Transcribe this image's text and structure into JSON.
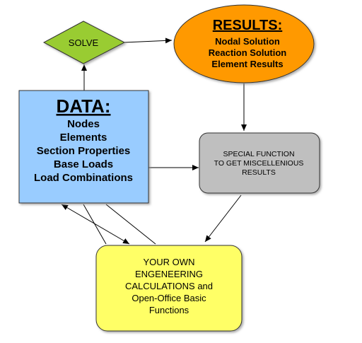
{
  "solve": {
    "label": "SOLVE",
    "fill": "#99cc33"
  },
  "results": {
    "title": "RESULTS:",
    "items": [
      "Nodal Solution",
      "Reaction Solution",
      "Element Results"
    ],
    "fill": "#ff9900"
  },
  "data_box": {
    "title": "DATA:",
    "items": [
      "Nodes",
      "Elements",
      "Section Properties",
      "Base Loads",
      "Load Combinations"
    ],
    "fill": "#99ccff"
  },
  "special": {
    "lines": [
      "SPECIAL FUNCTION",
      "TO GET MISCELLENIOUS",
      "RESULTS"
    ],
    "fill": "#bfbfbf"
  },
  "own_calc": {
    "lines": [
      "YOUR OWN",
      "ENGENEERING",
      "CALCULATIONS and",
      "Open-Office Basic",
      "Functions"
    ],
    "fill": "#ffff66"
  }
}
